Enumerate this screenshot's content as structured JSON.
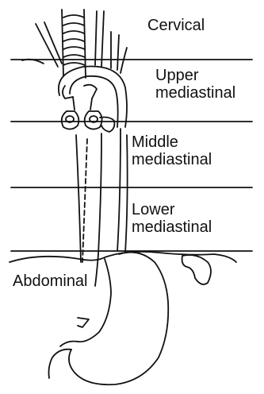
{
  "labels": {
    "cervical": "Cervical",
    "upper_1": "Upper",
    "upper_2": "mediastinal",
    "middle_1": "Middle",
    "middle_2": "mediastinal",
    "lower_1": "Lower",
    "lower_2": "mediastinal",
    "abdominal": "Abdominal"
  },
  "colors": {
    "ink": "#111111",
    "background": "#ffffff"
  }
}
